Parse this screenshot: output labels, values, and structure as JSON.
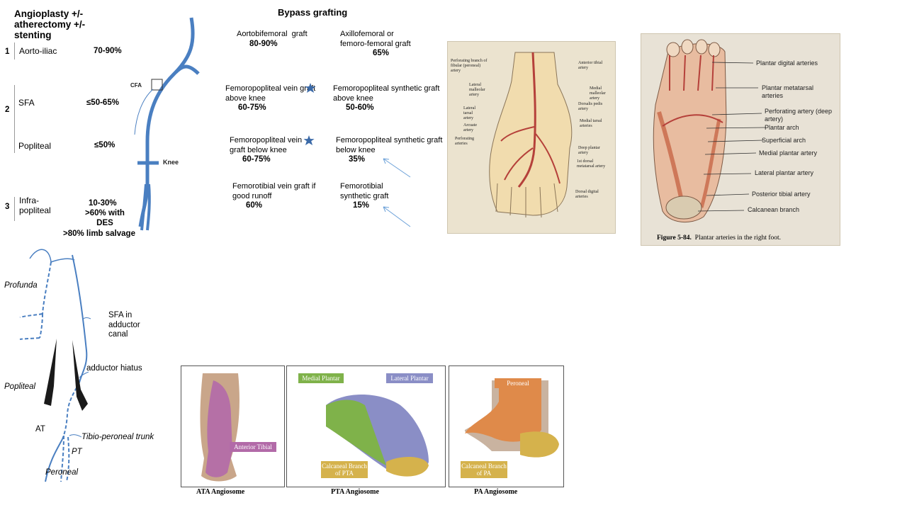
{
  "endo": {
    "title": "Angioplasty +/- atherectomy +/- stenting",
    "rows": [
      {
        "num": "1",
        "segment": "Aorto-iliac",
        "patency": "70-90%"
      },
      {
        "num": "2",
        "segment": "SFA",
        "patency": "≤50-65%"
      },
      {
        "num": "",
        "segment": "Popliteal",
        "patency": "≤50%"
      },
      {
        "num": "3",
        "segment": "Infra-popliteal",
        "patency": "10-30%",
        "extra1": ">60% with DES",
        "extra2": ">80% limb salvage"
      }
    ],
    "vessel_labels": {
      "cfa": "CFA",
      "knee": "Knee"
    }
  },
  "bypass": {
    "title": "Bypass grafting",
    "items": [
      {
        "label": "Aortobifemoral  graft",
        "value": "80-90%"
      },
      {
        "label": "Axillofemoral or femoro-femoral graft",
        "value": "65%"
      },
      {
        "label": "Femoropopliteal vein graft above knee",
        "value": "60-75%"
      },
      {
        "label": "Femoropopliteal synthetic  graft above knee",
        "value": "50-60%"
      },
      {
        "label": "Femoropopliteal vein graft below knee",
        "value": "60-75%"
      },
      {
        "label": "Femoropopliteal synthetic graft below knee",
        "value": "35%"
      },
      {
        "label": "Femorotibial vein graft if good runoff",
        "value": "60%"
      },
      {
        "label": "Femorotibial synthetic graft",
        "value": "15%"
      }
    ]
  },
  "dorsal_foot": {
    "labels_left": [
      "Perforating branch of fibular (peroneal) artery",
      "Lateral malleolar artery",
      "Lateral tarsal artery",
      "Arcuate artery",
      "Perforating arteries"
    ],
    "labels_right": [
      "Anterior tibial artery",
      "Medial malleolar artery",
      "Dorsalis pedis artery",
      "Medial tarsal arteries",
      "Deep plantar artery",
      "1st dorsal metatarsal artery",
      "Dorsal digital arteries"
    ]
  },
  "plantar_foot": {
    "labels": [
      "Plantar digital arteries",
      "Plantar metatarsal arteries",
      "Perforating artery (deep artery)",
      "Plantar arch",
      "Superficial arch",
      "Medial plantar artery",
      "Lateral plantar artery",
      "Posterior tibial artery",
      "Calcanean branch"
    ],
    "caption_bold": "Figure 5-84.",
    "caption": "Plantar arteries in the right foot."
  },
  "leg_diagram": {
    "labels": {
      "profunda": "Profunda",
      "sfa_canal": "SFA in adductor canal",
      "hiatus": "adductor hiatus",
      "popliteal": "Popliteal",
      "at": "AT",
      "tpt": "Tibio-peroneal trunk",
      "pt": "PT",
      "peroneal": "Peroneal"
    }
  },
  "angiosomes": {
    "ata": {
      "tag": "Anterior Tibial",
      "caption": "ATA Angiosome"
    },
    "pta": {
      "tag_medial": "Medial Plantar",
      "tag_lateral": "Lateral Plantar",
      "tag_calc": "Calcaneal Branch of PTA",
      "caption": "PTA Angiosome"
    },
    "pa": {
      "tag_peroneal": "Peroneal",
      "tag_calc": "Calcaneal Branch of PA",
      "caption": "PA Angiosome"
    }
  },
  "colors": {
    "vessel": "#4a7fc1",
    "anterior_tibial": "#b26aa8",
    "medial_plantar": "#7fb24a",
    "lateral_plantar": "#8a8ec6",
    "calcaneal": "#d5b24c",
    "peroneal": "#df8a4a"
  }
}
